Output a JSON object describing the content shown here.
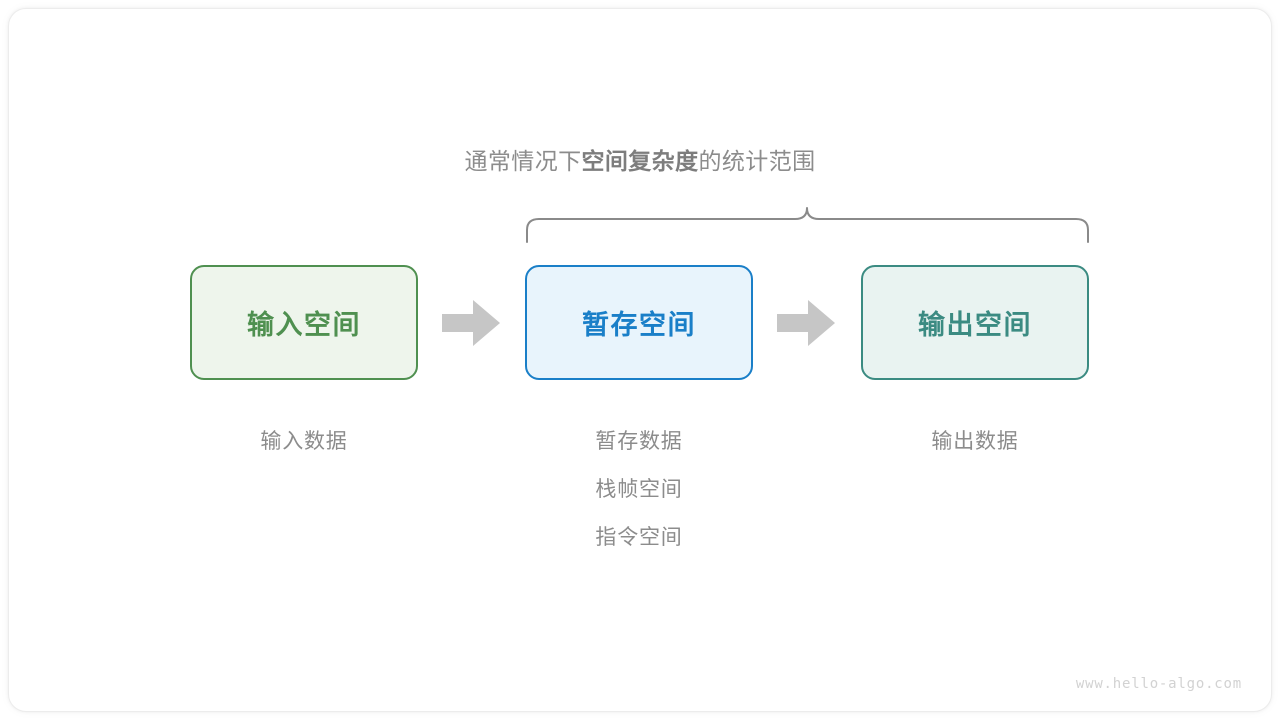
{
  "figure": {
    "caption": {
      "segments": [
        {
          "text": "通常情况下",
          "bold": false
        },
        {
          "text": "空间复杂度",
          "bold": true
        },
        {
          "text": "的统计范围",
          "bold": false
        }
      ],
      "full_text": "通常情况下空间复杂度的统计范围"
    },
    "brace": {
      "icon": "curly-brace-down-icon",
      "spans_nodes": [
        "暂存空间",
        "输出空间"
      ],
      "color": "#8a8a8a"
    },
    "nodes": [
      {
        "label": "输入空间",
        "border_color": "#4f9050",
        "fill_color": "#eef5ec",
        "text_color": "#4f9050",
        "items": [
          "输入数据"
        ]
      },
      {
        "label": "暂存空间",
        "border_color": "#1a7fc8",
        "fill_color": "#e8f4fc",
        "text_color": "#1a7fc8",
        "items": [
          "暂存数据",
          "栈帧空间",
          "指令空间"
        ]
      },
      {
        "label": "输出空间",
        "border_color": "#3b8b82",
        "fill_color": "#e9f3f1",
        "text_color": "#3b8b82",
        "items": [
          "输出数据"
        ]
      }
    ],
    "arrows": [
      {
        "icon": "arrow-right-icon",
        "color": "#c6c6c6"
      },
      {
        "icon": "arrow-right-icon",
        "color": "#c6c6c6"
      }
    ],
    "watermark": "www.hello-algo.com"
  }
}
